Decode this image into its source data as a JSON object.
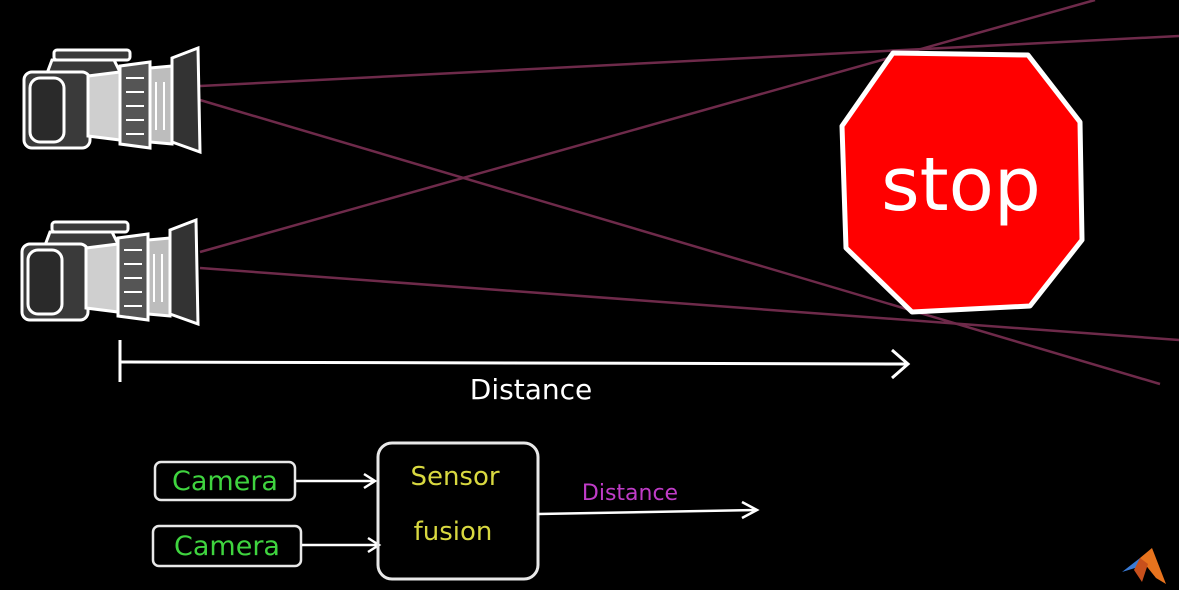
{
  "scene": {
    "sign_text": "stop",
    "distance_label": "Distance",
    "colors": {
      "background": "#000000",
      "sight_lines": "#6e2a4a",
      "stop_sign": "#ff0000",
      "outline": "#ffffff",
      "camera_body": "#3a3a3a"
    }
  },
  "diagram": {
    "inputs": [
      {
        "label": "Camera"
      },
      {
        "label": "Camera"
      }
    ],
    "fusion_label_1": "Sensor",
    "fusion_label_2": "fusion",
    "output_label": "Distance",
    "colors": {
      "camera_text": "#3fd43f",
      "fusion_text": "#d8d840",
      "output_text": "#c03cc8",
      "box_stroke": "#e8e8e8"
    }
  },
  "icons": [
    "camera-icon",
    "stop-sign-icon",
    "matlab-logo-icon"
  ]
}
